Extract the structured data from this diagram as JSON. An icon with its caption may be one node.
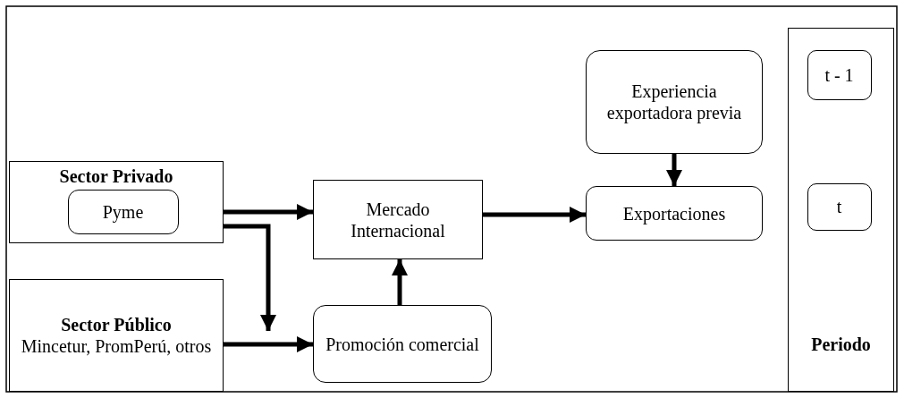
{
  "diagram": {
    "nodes": [
      {
        "text": [
          "Sector Privado"
        ]
      },
      {
        "text": [
          "Pyme"
        ],
        "in": 0
      },
      {
        "text": [
          "Sector Público",
          "Mincetur, PromPerú, otros"
        ]
      },
      {
        "text": [
          "Mercado Internacional"
        ]
      },
      {
        "text": [
          "Promoción comercial"
        ]
      },
      {
        "text": [
          "Experiencia exportadora previa"
        ]
      },
      {
        "text": [
          "Exportaciones"
        ]
      },
      {
        "text": [
          "Periodo"
        ]
      },
      {
        "text": [
          "t - 1"
        ],
        "in": 7
      },
      {
        "text": [
          "t"
        ],
        "in": 7
      }
    ],
    "edges": [
      {
        "from": 0,
        "to": 3,
        "arrow": "to"
      },
      {
        "from": 0,
        "to": null,
        "arrow": "to"
      },
      {
        "from": 2,
        "to": 4,
        "arrow": "to"
      },
      {
        "from": 4,
        "to": 3,
        "arrow": "to"
      },
      {
        "from": 3,
        "to": 6,
        "arrow": "to"
      },
      {
        "from": 5,
        "to": 6,
        "arrow": "to"
      }
    ]
  }
}
